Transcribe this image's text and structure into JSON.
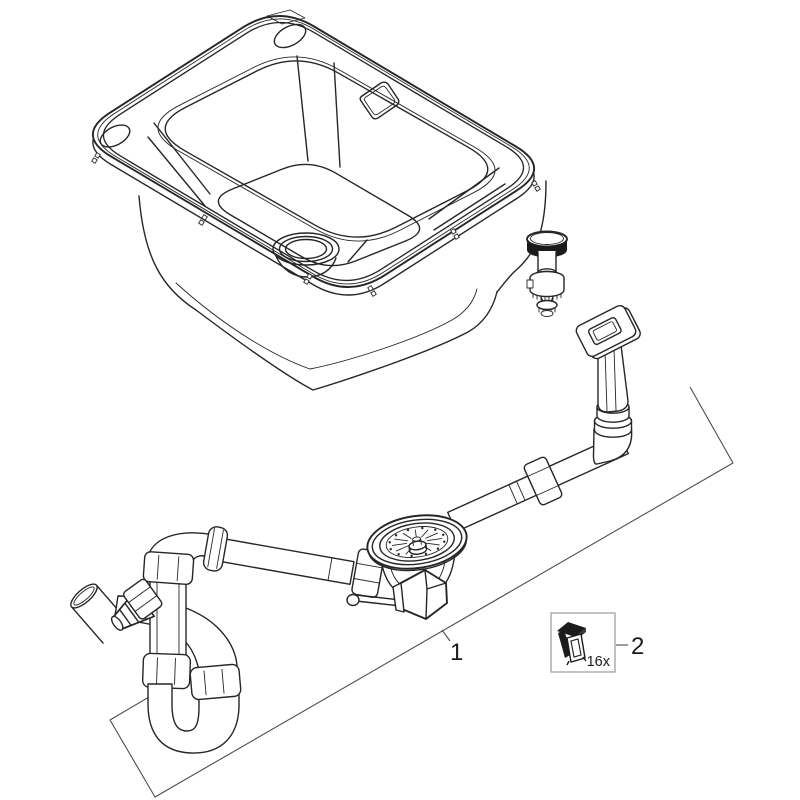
{
  "figure": {
    "kind": "exploded-parts-diagram",
    "background": "#ffffff"
  },
  "colors": {
    "line": "#262626",
    "leader": "#4d4d4d",
    "box_border": "#9a9a9a",
    "label": "#1c1c1c",
    "black_fill": "#1b1b1b"
  },
  "callouts": {
    "part1": {
      "number": "1"
    },
    "part2": {
      "number": "2",
      "quantity": "16x"
    }
  },
  "illustrations": {
    "sink": "kitchen-sink-isometric-drawing",
    "popup_knob": "popup-waste-knob-with-cable",
    "actuator": "remote-actuator-handle",
    "overflow_pipe": "waste-connection-pipe",
    "strainer": "basket-strainer-drain",
    "trap": "siphon-p-trap-with-hose-connector",
    "clip": "mounting-clip-icon",
    "plane": "reference-plane-outline"
  }
}
